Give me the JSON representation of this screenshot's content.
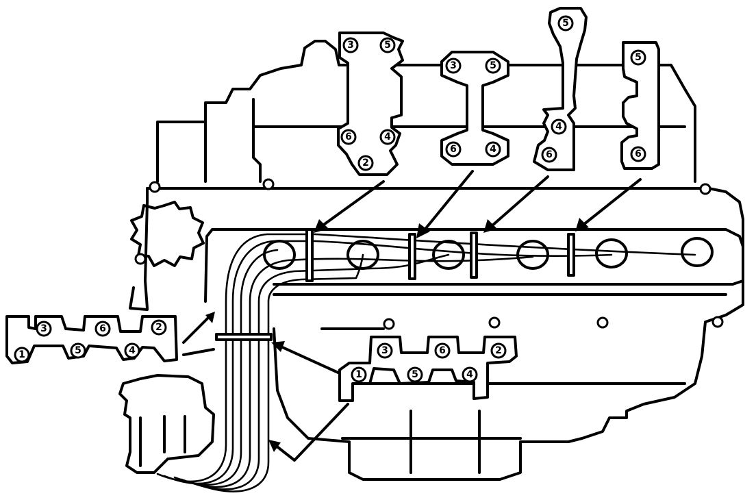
{
  "colors": {
    "ink": "#000000",
    "paper": "#ffffff"
  },
  "clips": {
    "top_clip_1": {
      "labels": [
        "3",
        "5",
        "6",
        "4",
        "2"
      ]
    },
    "top_clip_2": {
      "labels": [
        "3",
        "5",
        "6",
        "4"
      ]
    },
    "top_clip_3": {
      "labels": [
        "5",
        "4",
        "6"
      ]
    },
    "top_clip_4": {
      "labels": [
        "5",
        "6"
      ]
    },
    "left_clip": {
      "labels": [
        "3",
        "6",
        "2",
        "1",
        "5",
        "4"
      ]
    },
    "bottom_clip": {
      "labels": [
        "3",
        "6",
        "2",
        "1",
        "5",
        "4"
      ]
    }
  }
}
